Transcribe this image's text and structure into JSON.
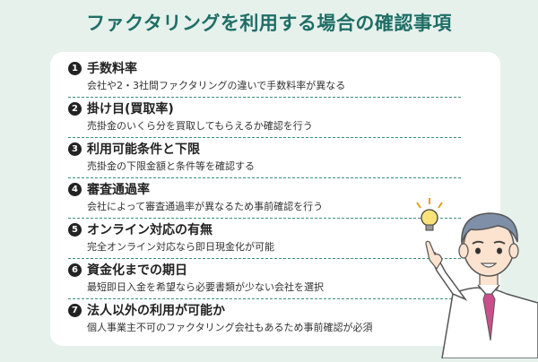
{
  "title": "ファクタリングを利用する場合の確認事項",
  "items": [
    {
      "num": "1",
      "label": "手数料率",
      "desc": "会社や2・3社間ファクタリングの違いで手数料率が異なる"
    },
    {
      "num": "2",
      "label": "掛け目(買取率)",
      "desc": "売掛金のいくら分を買取してもらえるか確認を行う"
    },
    {
      "num": "3",
      "label": "利用可能条件と下限",
      "desc": "売掛金の下限金額と条件等を確認する"
    },
    {
      "num": "4",
      "label": "審査通過率",
      "desc": "会社によって審査通過率が異なるため事前確認を行う"
    },
    {
      "num": "5",
      "label": "オンライン対応の有無",
      "desc": "完全オンライン対応なら即日現金化が可能"
    },
    {
      "num": "6",
      "label": "資金化までの期日",
      "desc": "最短即日入金を希望なら必要書類が少ない会社を選択"
    },
    {
      "num": "7",
      "label": "法人以外の利用が可能か",
      "desc": "個人事業主不可のファクタリング会社もあるため事前確認が必須"
    }
  ],
  "colors": {
    "background": "#e6f1ec",
    "title": "#1f6e66",
    "divider": "#3a8e7a",
    "tie": "#c94f8a"
  },
  "icons": {
    "person": "businessman-illustration",
    "idea": "lightbulb-icon"
  }
}
